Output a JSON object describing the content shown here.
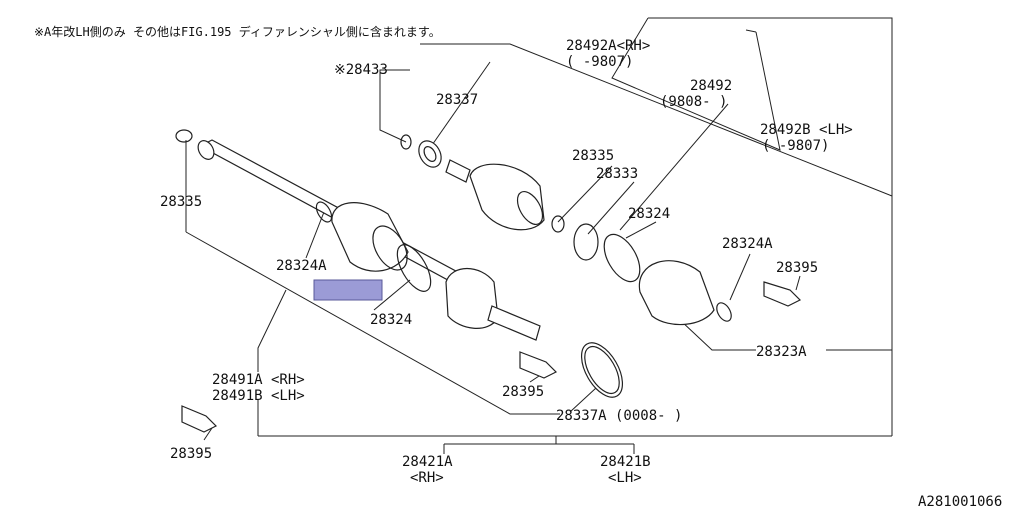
{
  "header_note": "※A年改LH側のみ その他はFIG.195 ディファレンシャル側に含まれます。",
  "figure_code": "A281001066",
  "highlight_color": "#9b9bd6",
  "labels": {
    "p28433": "※28433",
    "p28337_top": "28337",
    "p28492A_line1": "28492A<RH>",
    "p28492A_line2": "(    -9807)",
    "p28492_line1": "28492",
    "p28492_line2": "(9808-    )",
    "p28492B_line1": "28492B <LH>",
    "p28492B_line2": "(       -9807)",
    "p28335_mid": "28335",
    "p28333": "28333",
    "p28324_right": "28324",
    "p28324A_right": "28324A",
    "p28395_right": "28395",
    "p28335_left": "28335",
    "p28324A_left": "28324A",
    "p28324_left": "28324",
    "p28491A": "28491A <RH>",
    "p28491B": "28491B <LH>",
    "p28395_mid": "28395",
    "p28337A": "28337A (0008-    )",
    "p28323A": "28323A",
    "p28395_bottom": "28395",
    "p28421A_line1": "28421A",
    "p28421A_line2": "<RH>",
    "p28421B_line1": "28421B",
    "p28421B_line2": "<LH>"
  }
}
